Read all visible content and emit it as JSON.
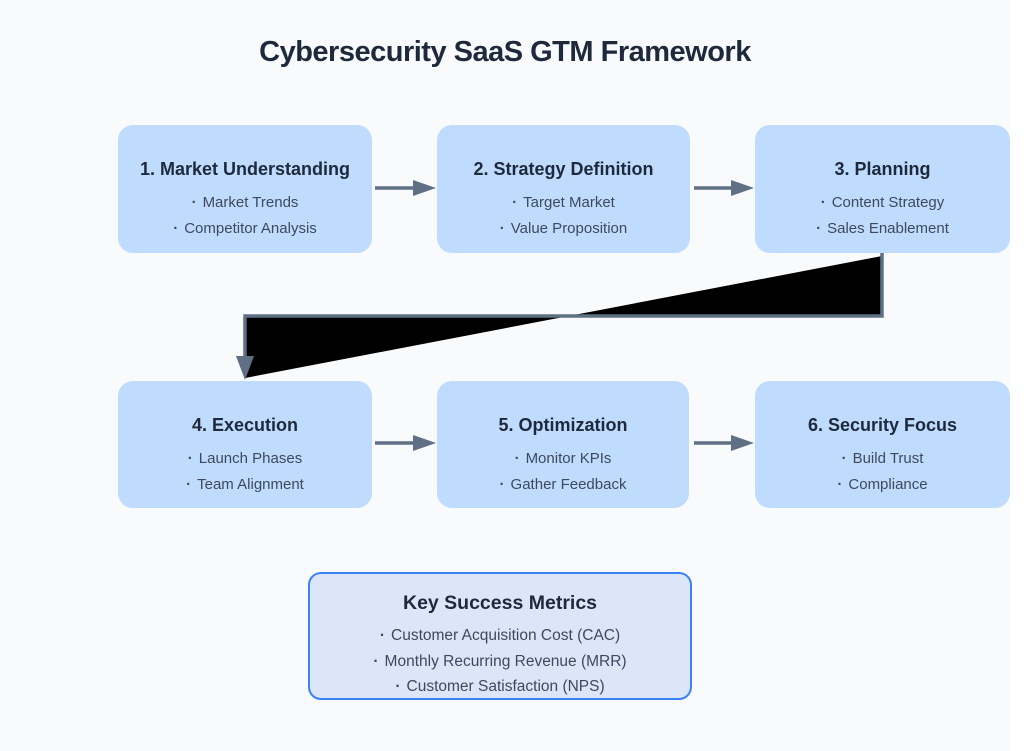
{
  "title": "Cybersecurity SaaS GTM Framework",
  "bullet_char": "·",
  "colors": {
    "background": "#f8fafc",
    "node_fill": "#bfdbfe",
    "node_title_text": "#1e293b",
    "node_bullet_text": "#3e4a5b",
    "arrow": "#5f7085",
    "connector_fill": "#000000",
    "metrics_fill": "#dbe6f8",
    "metrics_border": "#3b82f6"
  },
  "nodes": [
    {
      "title": "1. Market Understanding",
      "bullets": [
        "Market Trends",
        "Competitor Analysis"
      ]
    },
    {
      "title": "2. Strategy Definition",
      "bullets": [
        "Target Market",
        "Value Proposition"
      ]
    },
    {
      "title": "3. Planning",
      "bullets": [
        "Content Strategy",
        "Sales Enablement"
      ]
    },
    {
      "title": "4. Execution",
      "bullets": [
        "Launch Phases",
        "Team Alignment"
      ]
    },
    {
      "title": "5. Optimization",
      "bullets": [
        "Monitor KPIs",
        "Gather Feedback"
      ]
    },
    {
      "title": "6. Security Focus",
      "bullets": [
        "Build Trust",
        "Compliance"
      ]
    }
  ],
  "metrics": {
    "title": "Key Success Metrics",
    "bullets": [
      "Customer Acquisition Cost (CAC)",
      "Monthly Recurring Revenue (MRR)",
      "Customer Satisfaction (NPS)"
    ]
  }
}
